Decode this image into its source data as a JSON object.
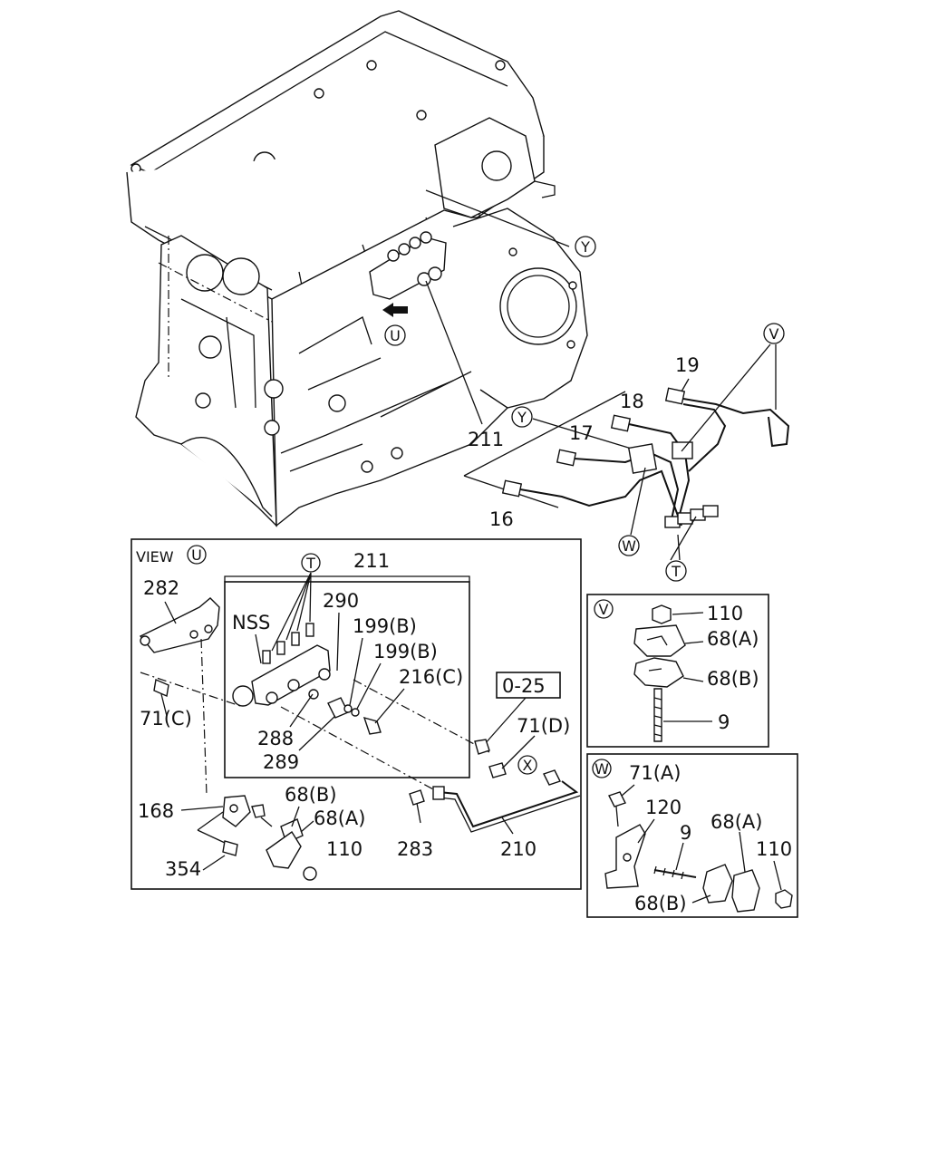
{
  "view_title": "VIEW",
  "view_letter": "U",
  "inner_group_label": "211",
  "spec_box": "0-25",
  "main_labels": {
    "p211": "211",
    "p19": "19",
    "p18": "18",
    "p17": "17",
    "p16": "16",
    "cY1": "Y",
    "cY2": "Y",
    "cU": "U",
    "cV": "V",
    "cW": "W",
    "cT": "T"
  },
  "view_labels": {
    "p282": "282",
    "nss": "NSS",
    "cT": "T",
    "p290": "290",
    "p199b1": "199(B)",
    "p199b2": "199(B)",
    "p216c": "216(C)",
    "p71c": "71(C)",
    "p288": "288",
    "p289": "289",
    "p71d": "71(D)",
    "cX1": "X",
    "p168": "168",
    "p68b": "68(B)",
    "p68a": "68(A)",
    "p110": "110",
    "p354": "354",
    "p283": "283",
    "p210": "210"
  },
  "detail_v": {
    "letter": "V",
    "p110": "110",
    "p68a": "68(A)",
    "p68b": "68(B)",
    "p9": "9"
  },
  "detail_w": {
    "letter": "W",
    "p71a": "71(A)",
    "p120": "120",
    "p9": "9",
    "p68a": "68(A)",
    "p110": "110",
    "p68b": "68(B)"
  }
}
